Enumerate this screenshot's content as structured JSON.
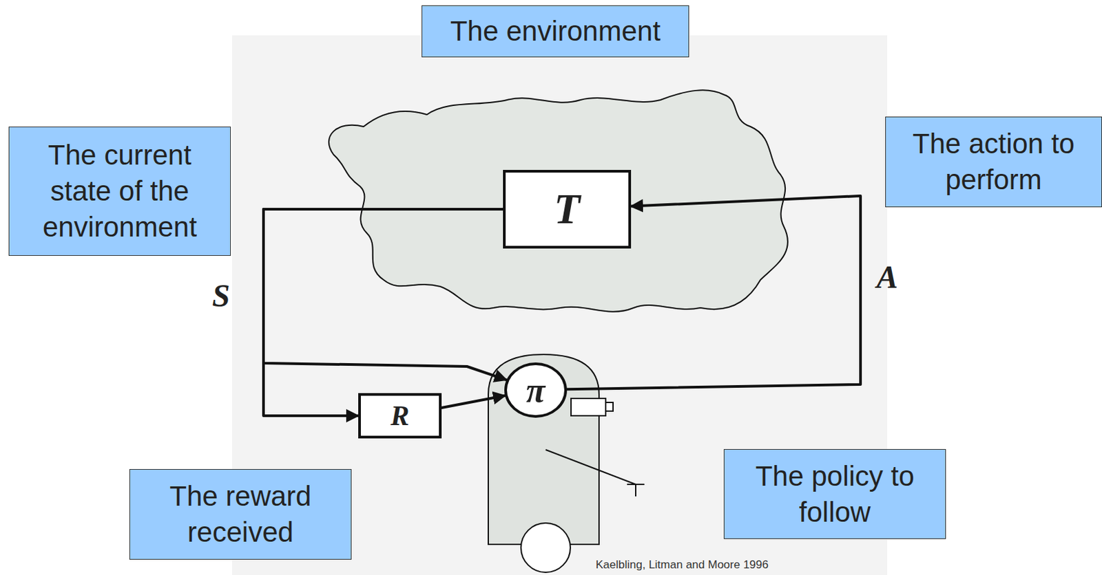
{
  "diagram": {
    "nodes": [
      {
        "text": [
          "The environment"
        ]
      },
      {
        "text": [
          "The current state of the environment"
        ]
      },
      {
        "text": [
          "The action to perform"
        ]
      },
      {
        "text": [
          "T"
        ]
      },
      {
        "text": [
          "π"
        ]
      },
      {
        "text": [
          "R"
        ]
      },
      {
        "text": [
          "The policy to follow"
        ]
      },
      {
        "text": [
          "The reward received"
        ]
      }
    ],
    "edges": [
      {
        "from": 3,
        "to": 4,
        "label": "S",
        "arrow": "to"
      },
      {
        "from": 3,
        "to": 5,
        "arrow": "to"
      },
      {
        "from": 5,
        "to": 4,
        "arrow": "to"
      },
      {
        "from": 4,
        "to": 3,
        "label": "A",
        "arrow": "to"
      }
    ],
    "labels": [
      "Kaelbling, Litman and Moore 1996"
    ]
  }
}
